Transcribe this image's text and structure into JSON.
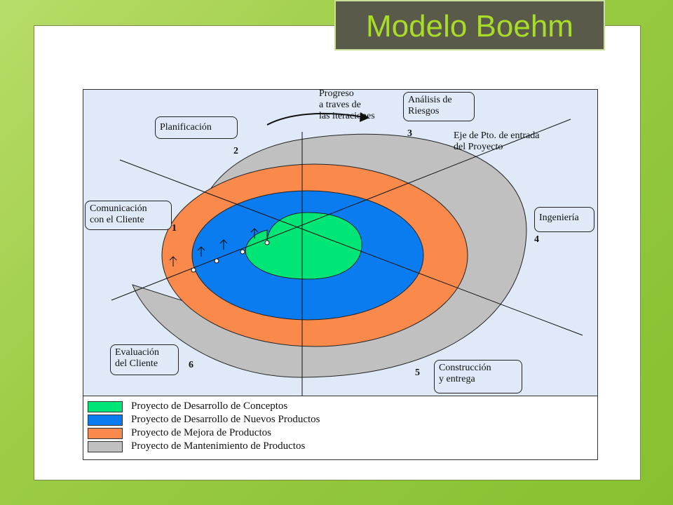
{
  "slide": {
    "title": "Modelo Boehm"
  },
  "diagram": {
    "progress_label": [
      "Progreso",
      "a traves de",
      "las iteraciones"
    ],
    "axis_label": [
      "Eje de Pto. de entrada",
      "del Proyecto"
    ],
    "callouts": {
      "planificacion": "Planificación",
      "analisis": [
        "Análisis de",
        "Riesgos"
      ],
      "comunicacion": [
        "Comunicación",
        "con el Cliente"
      ],
      "ingenieria": "Ingeniería",
      "evaluacion": [
        "Evaluación",
        "del Cliente"
      ],
      "construccion": [
        "Construcción",
        "y entrega"
      ]
    },
    "numbers": [
      "1",
      "2",
      "3",
      "4",
      "5",
      "6"
    ]
  },
  "legend": [
    {
      "label": "Proyecto de Desarrollo de Conceptos",
      "color": "#00e676"
    },
    {
      "label": "Proyecto de Desarrollo de Nuevos Productos",
      "color": "#0a7cf0"
    },
    {
      "label": "Proyecto de Mejora de Productos",
      "color": "#f98a4c"
    },
    {
      "label": "Proyecto de Mantenimiento de Productos",
      "color": "#c0c0c0"
    }
  ],
  "colors": {
    "green": "#00e676",
    "blue": "#0a7cf0",
    "orange": "#f98a4c",
    "gray": "#c0c0c0",
    "diagram_bg": "#dfe9f7",
    "title_text": "#a8dc28"
  }
}
